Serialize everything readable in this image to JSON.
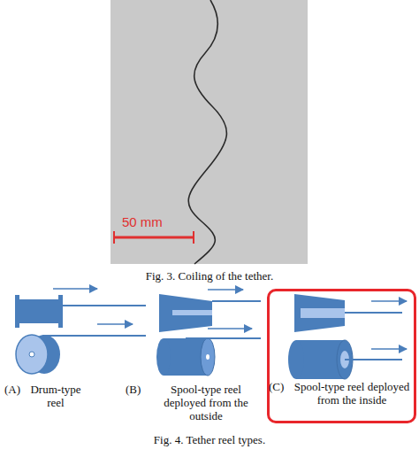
{
  "diagram": {
    "caption": "Fig. 4. Tether reel types.",
    "nodes": [
      {
        "text": [
          "(C)",
          "Spool-type reel deployed from the inside"
        ]
      }
    ],
    "labels": [
      "50 mm",
      "Fig. 3. Coiling of the tether.",
      "(A)",
      "Drum-type reel",
      "(B)",
      "Spool-type reel deployed from the outside"
    ]
  }
}
